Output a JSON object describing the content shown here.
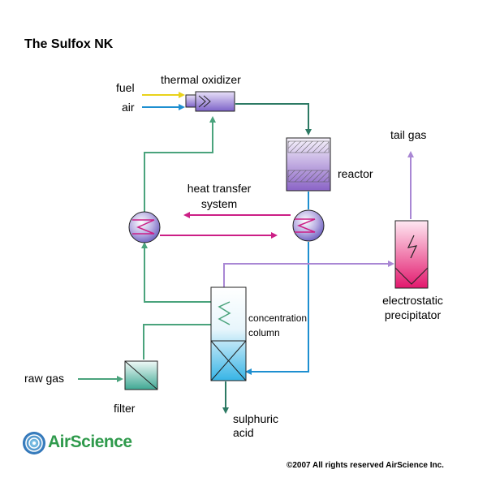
{
  "title": "The Sulfox NK",
  "labels": {
    "fuel": "fuel",
    "air": "air",
    "thermal_oxidizer": "thermal oxidizer",
    "tail_gas": "tail gas",
    "reactor": "reactor",
    "heat_transfer": "heat transfer",
    "system": "system",
    "concentration": "concentration",
    "column": "column",
    "electrostatic": "electrostatic",
    "precipitator": "precipitator",
    "raw_gas": "raw gas",
    "filter": "filter",
    "sulphuric": "sulphuric",
    "acid": "acid"
  },
  "logo": {
    "text": "AirScience"
  },
  "copyright": "©2007 All rights reserved AirScience Inc.",
  "colors": {
    "fuel_line": "#e9d21a",
    "air_line": "#1e8fd0",
    "green_line": "#4aa37c",
    "magenta_line": "#cc1f86",
    "purple_line": "#a987d4",
    "blue_line": "#1e8fd0",
    "dark_green_line": "#2d7a64",
    "logo_green": "#2f9a4c",
    "logo_blue": "#2a6fb5"
  }
}
